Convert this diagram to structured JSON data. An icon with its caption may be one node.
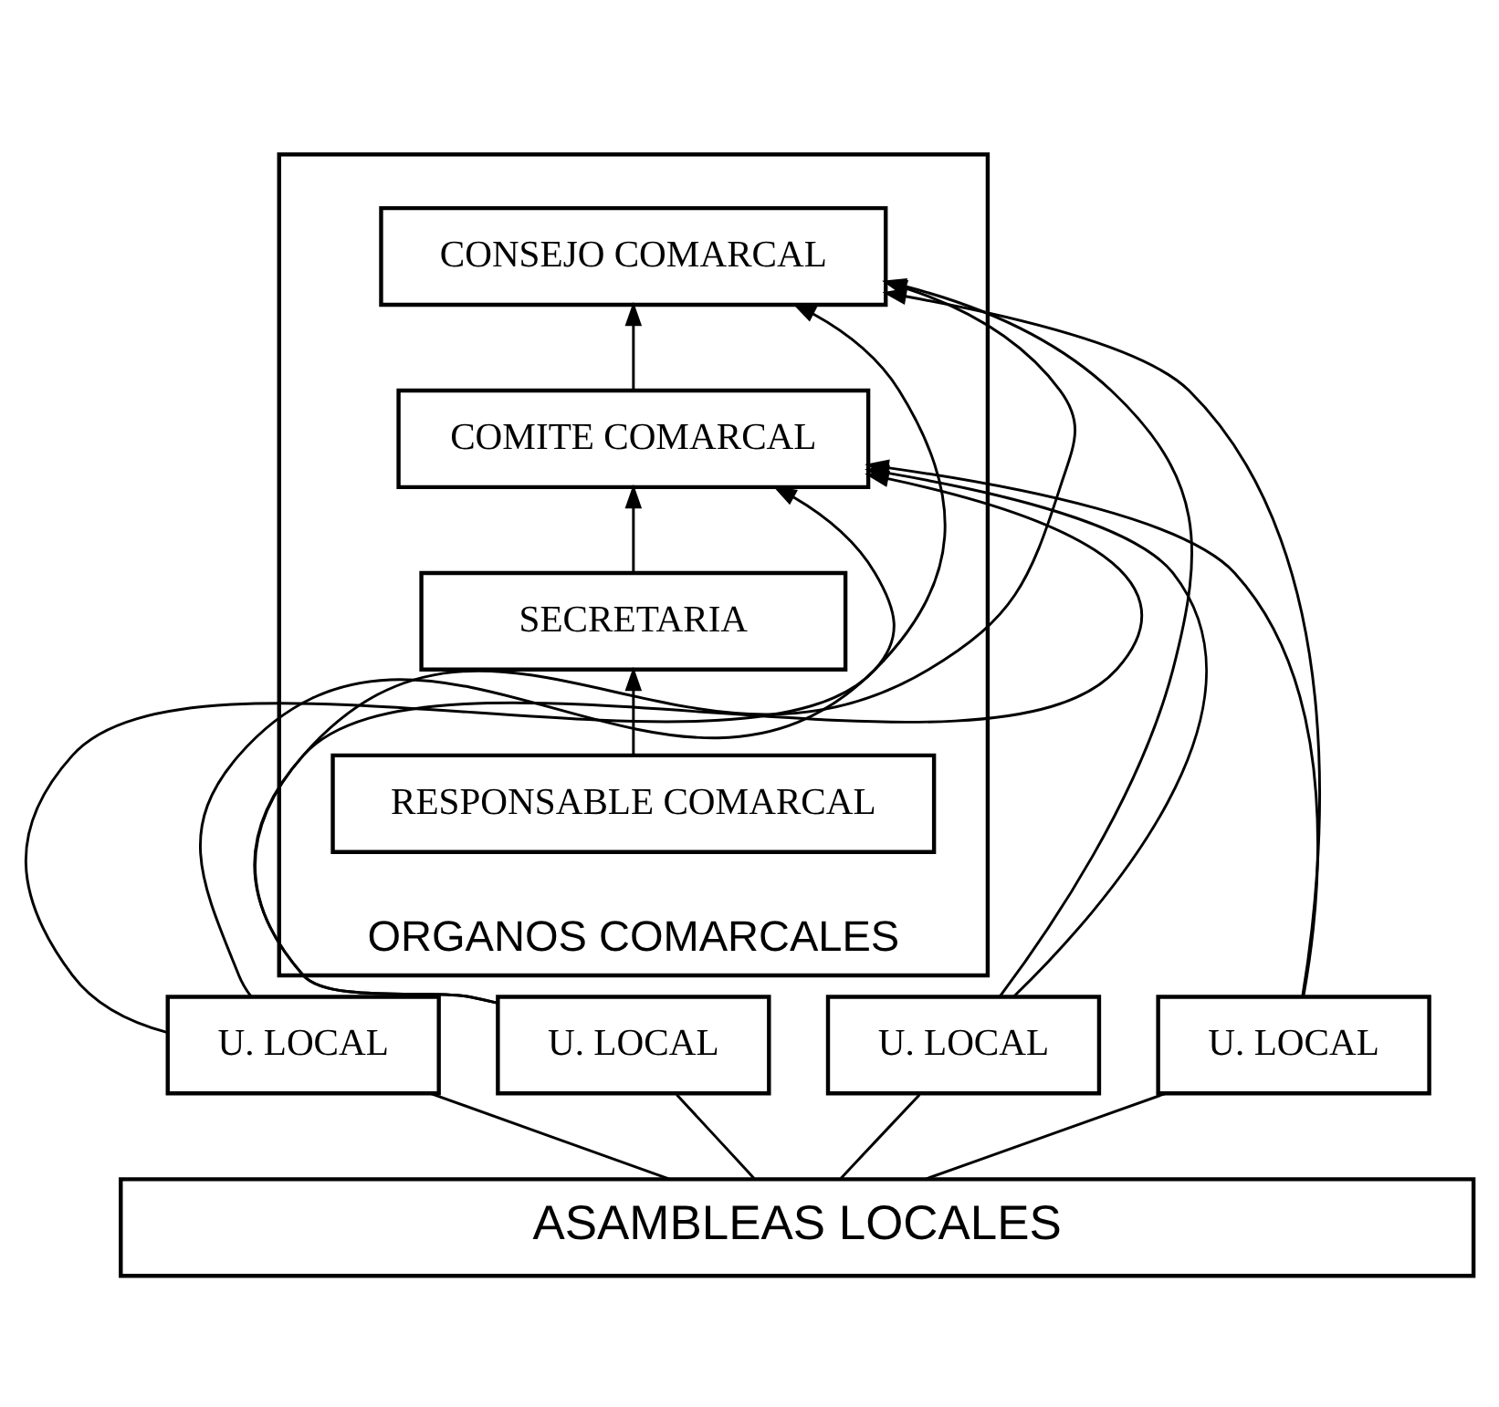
{
  "diagram": {
    "nodes": [
      {
        "text": [
          "ORGANOS COMARCALES"
        ]
      },
      {
        "text": [
          "CONSEJO COMARCAL"
        ],
        "in": 0
      },
      {
        "text": [
          "COMITE COMARCAL"
        ],
        "in": 0
      },
      {
        "text": [
          "SECRETARIA"
        ],
        "in": 0
      },
      {
        "text": [
          "RESPONSABLE COMARCAL"
        ],
        "in": 0
      },
      {
        "text": [
          "U. LOCAL"
        ]
      },
      {
        "text": [
          "U. LOCAL"
        ]
      },
      {
        "text": [
          "U. LOCAL"
        ]
      },
      {
        "text": [
          "U. LOCAL"
        ]
      },
      {
        "text": [
          "ASAMBLEAS LOCALES"
        ]
      }
    ],
    "edges": [
      {
        "from": 4,
        "to": 3,
        "arrow": "to"
      },
      {
        "from": 3,
        "to": 2,
        "arrow": "to"
      },
      {
        "from": 2,
        "to": 1,
        "arrow": "to"
      },
      {
        "from": 5,
        "to": 1,
        "arrow": "to"
      },
      {
        "from": 6,
        "to": 1,
        "arrow": "to"
      },
      {
        "from": 7,
        "to": 1,
        "arrow": "to"
      },
      {
        "from": 8,
        "to": 1,
        "arrow": "to"
      },
      {
        "from": 5,
        "to": 2,
        "arrow": "to"
      },
      {
        "from": 6,
        "to": 2,
        "arrow": "to"
      },
      {
        "from": 7,
        "to": 2,
        "arrow": "to"
      },
      {
        "from": 8,
        "to": 2,
        "arrow": "to"
      },
      {
        "from": 9,
        "to": 5,
        "arrow": "none"
      },
      {
        "from": 9,
        "to": 6,
        "arrow": "none"
      },
      {
        "from": 9,
        "to": 7,
        "arrow": "none"
      },
      {
        "from": 9,
        "to": 8,
        "arrow": "none"
      }
    ]
  }
}
